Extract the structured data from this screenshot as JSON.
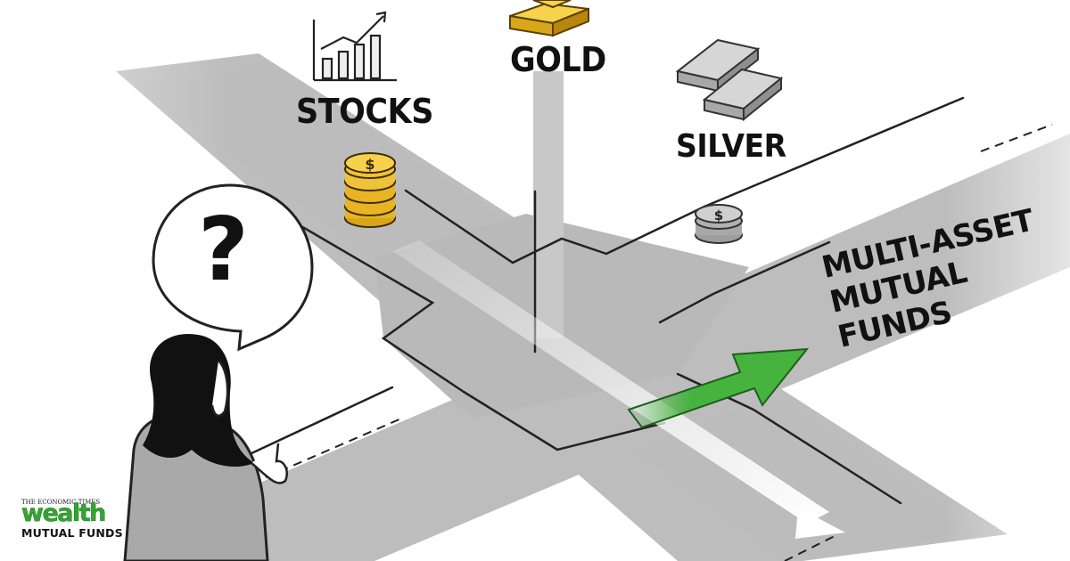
{
  "labels": {
    "stocks": "STOCKS",
    "gold": "GOLD",
    "silver": "SILVER",
    "multi_asset_lines": [
      "MULTI-ASSET",
      "MUTUAL",
      "FUNDS"
    ]
  },
  "question_mark": "?",
  "logo": {
    "kicker": "THE ECONOMIC TIMES",
    "word": "wealth",
    "sub": "MUTUAL FUNDS"
  },
  "icons": {
    "stocks": "bar-chart-up-icon",
    "gold": "gold-bars-icon",
    "silver": "silver-bars-icon",
    "gold_coins": "gold-coin-stack-icon",
    "silver_coins": "silver-coin-stack-icon",
    "choice": "green-arrow-icon"
  },
  "colors": {
    "road": "#bdbdbd",
    "road_edge": "#222222",
    "gold": "#f2c230",
    "silver": "#b9b9b9",
    "arrow_green": "#46b33f",
    "logo_green": "#33a532"
  }
}
